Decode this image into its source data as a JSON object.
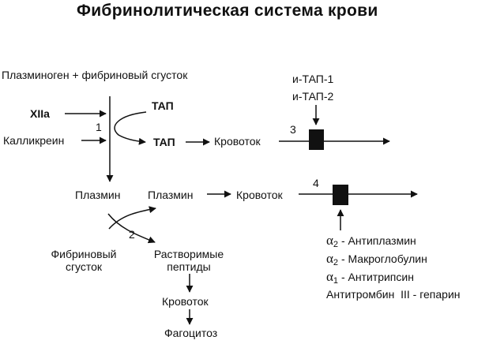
{
  "title": "Фибринолитическая система крови",
  "top_label": "Плазминоген + фибриновый сгусток",
  "activators": {
    "xiia": "XIIa",
    "kallikrein": "Калликреин",
    "tap_upper": "ТАП",
    "tap_lower": "ТАП"
  },
  "inhibitors_tap": [
    "и-ТАП-1",
    "и-ТАП-2"
  ],
  "step_numbers": [
    "1",
    "2",
    "3",
    "4"
  ],
  "bloodstream": "Кровоток",
  "plasmin": "Плазмин",
  "fibrin_clot": [
    "Фибриновый",
    "сгусток"
  ],
  "soluble_peptides": [
    "Растворимые",
    "пептиды"
  ],
  "phagocytosis": "Фагоцитоз",
  "antiplasmin_inhibitors": {
    "alpha": "α",
    "items": [
      {
        "sub": "2",
        "label": "- Антиплазмин"
      },
      {
        "sub": "2",
        "label": "- Макроглобулин"
      },
      {
        "sub": "1",
        "label": "- Антитрипсин"
      }
    ],
    "antithrombin": "Антитромбин  III - гепарин"
  }
}
